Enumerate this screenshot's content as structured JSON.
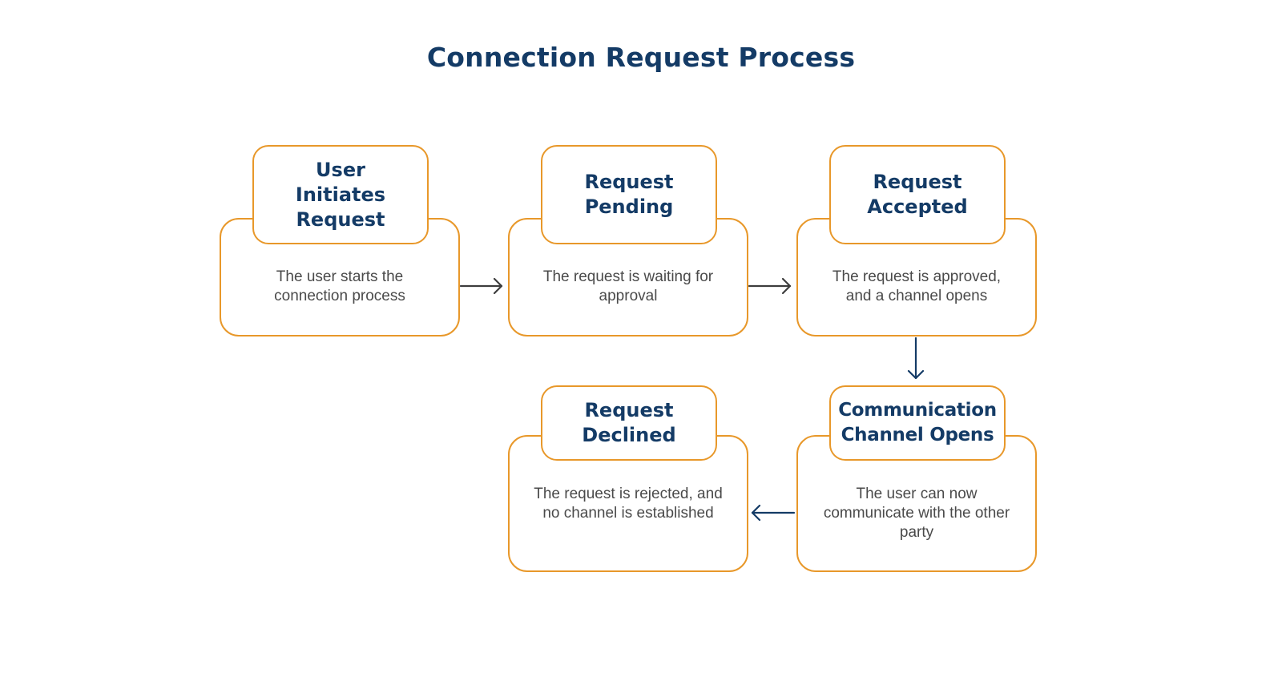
{
  "title": "Connection Request Process",
  "colors": {
    "card_border": "#e8982a",
    "heading": "#143b66",
    "description": "#4a4a4a",
    "arrow_dark": "#3d3d3d",
    "arrow_navy": "#143b66"
  },
  "steps": [
    {
      "title": "User\nInitiates\nRequest",
      "description": "The user starts the connection process"
    },
    {
      "title": "Request\nPending",
      "description": "The request is waiting for approval"
    },
    {
      "title": "Request\nAccepted",
      "description": "The request is approved, and a channel opens"
    },
    {
      "title": "Communication\nChannel Opens",
      "description": "The user can now communicate with the other party"
    },
    {
      "title": "Request\nDeclined",
      "description": "The request is rejected, and no channel is established"
    }
  ]
}
